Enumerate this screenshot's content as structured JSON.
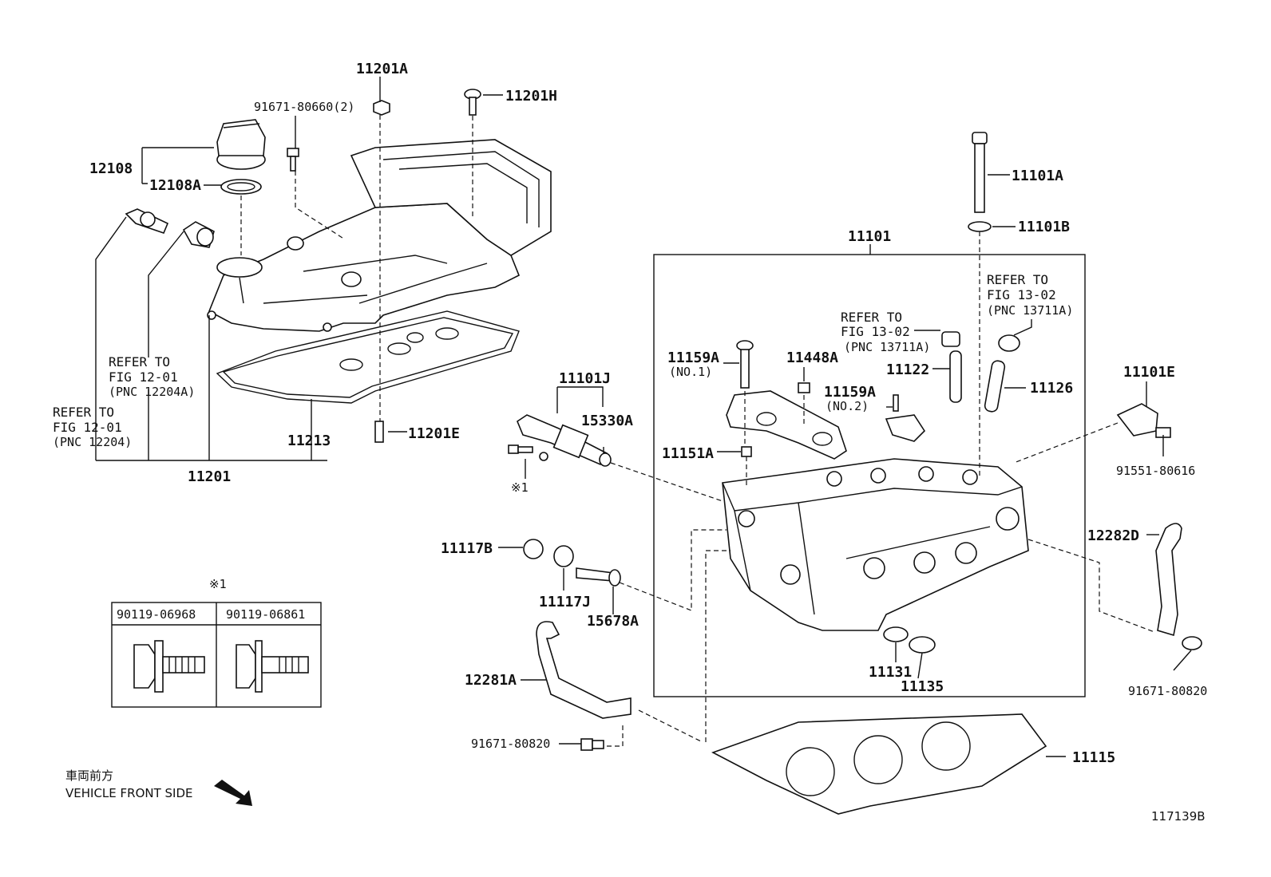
{
  "labels": {
    "p11201A": "11201A",
    "p11201H": "11201H",
    "p91671_80660": "91671-80660(2)",
    "p12108": "12108",
    "p12108A": "12108A",
    "p11201E": "11201E",
    "p11213": "11213",
    "p11201": "11201",
    "p11101A": "11101A",
    "p11101B": "11101B",
    "p11101": "11101",
    "p11159A_1": "11159A",
    "no1": "(NO.1)",
    "p11448A": "11448A",
    "p11159A_2": "11159A",
    "no2": "(NO.2)",
    "p11122": "11122",
    "p11126": "11126",
    "p11151A": "11151A",
    "p11101E": "11101E",
    "p91551_80616": "91551-80616",
    "p12282D": "12282D",
    "p91671_80820_r": "91671-80820",
    "p11101J": "11101J",
    "p15330A": "15330A",
    "mark1": "※1",
    "p11117B": "11117B",
    "p11117J": "11117J",
    "p15678A": "15678A",
    "p12281A": "12281A",
    "p91671_80820_l": "91671-80820",
    "p11131": "11131",
    "p11135": "11135",
    "p11115": "11115",
    "fig_code": "117139B"
  },
  "refs": {
    "ref_1220A": [
      "REFER TO",
      "FIG 12-01",
      "(PNC 12204A)"
    ],
    "ref_12204": [
      "REFER TO",
      "FIG 12-01",
      "(PNC 12204)"
    ],
    "ref_13711_mid": [
      "REFER TO",
      "FIG 13-02",
      "(PNC 13711A)"
    ],
    "ref_13711_right": [
      "REFER TO",
      "FIG 13-02",
      "(PNC 13711A)"
    ]
  },
  "bolt_table": {
    "mark": "※1",
    "col1": "90119-06968",
    "col2": "90119-06861"
  },
  "front": {
    "jp": "車両前方",
    "en": "VEHICLE FRONT SIDE"
  }
}
